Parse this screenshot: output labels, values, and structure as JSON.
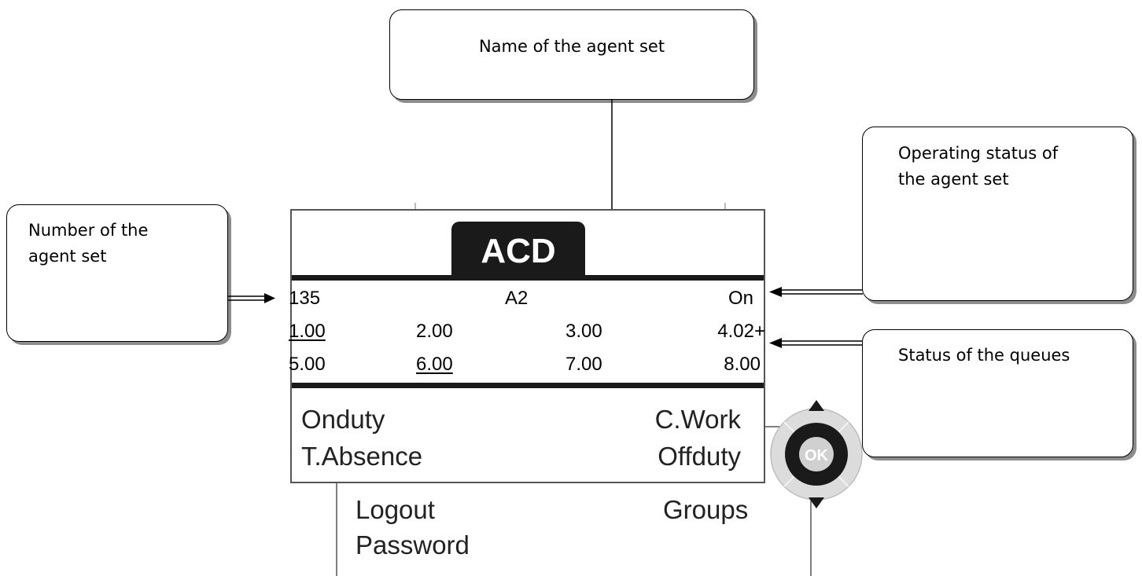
{
  "callouts": {
    "name": "Name of the agent set",
    "number_line1": "Number of the",
    "number_line2": "agent set",
    "opstatus_line1": "Operating status of",
    "opstatus_line2": "the agent set",
    "queues": "Status of the queues"
  },
  "display": {
    "tab_label": "ACD",
    "set_number": "135",
    "set_name": "A2",
    "operating_status": "On",
    "queues_row1": [
      "1.00",
      "2.00",
      "3.00",
      "4.02+"
    ],
    "queues_row2": [
      "5.00",
      "6.00",
      "7.00",
      "8.00"
    ],
    "softkeys": {
      "onduty": "Onduty",
      "cwork": "C.Work",
      "tabsence": "T.Absence",
      "offduty": "Offduty"
    }
  },
  "below_screen": {
    "logout": "Logout",
    "groups": "Groups",
    "password": "Password"
  },
  "nav_key": {
    "ok_label": "OK",
    "up_icon": "arrow-up-icon",
    "down_icon": "arrow-down-icon"
  },
  "colors": {
    "screen_bar": "#1a1a1a",
    "callout_shadow": "#8c8c8c",
    "nav_ring": "#dcdcdc"
  }
}
